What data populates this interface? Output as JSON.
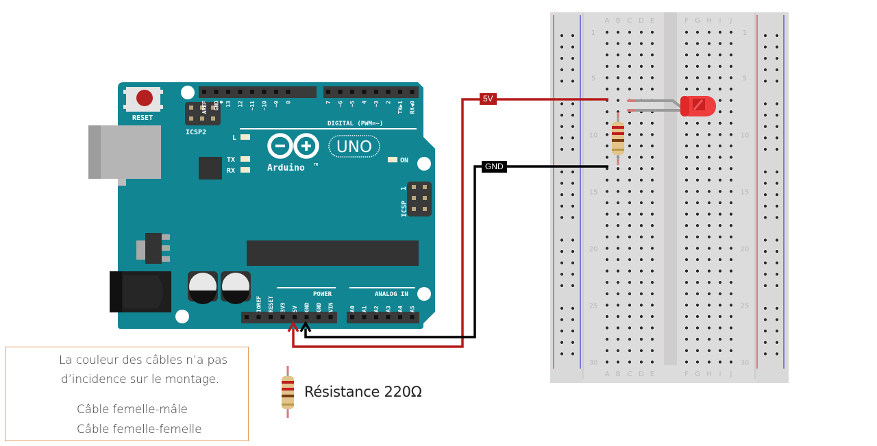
{
  "board": {
    "name": "Arduino",
    "model": "UNO",
    "trademark": "TM",
    "reset_label": "RESET",
    "icsp2_label": "ICSP2",
    "icsp_label": "ICSP",
    "icsp_pin1": "1",
    "digital_label": "DIGITAL (PWM=~)",
    "power_label": "POWER",
    "analog_label": "ANALOG IN",
    "led_labels": {
      "l": "L",
      "tx": "TX",
      "rx": "RX",
      "on": "ON"
    },
    "digital_pins_left": [
      "AREF",
      "GND",
      "13",
      "12",
      "~11",
      "~10",
      "~9",
      "8"
    ],
    "digital_pins_right": [
      "7",
      "~6",
      "~5",
      "4",
      "~3",
      "2",
      "TX▶1",
      "RX◀0"
    ],
    "power_pins": [
      "IOREF",
      "RESET",
      "3V3",
      "5V",
      "GND",
      "GND",
      "VIN"
    ],
    "analog_pins": [
      "A0",
      "A1",
      "A2",
      "A3",
      "A4",
      "A5"
    ],
    "colors": {
      "pcb": "#128593",
      "header": "#3a3a3a",
      "chip": "#333333"
    }
  },
  "breadboard": {
    "columns_left": [
      "A",
      "B",
      "C",
      "D",
      "E"
    ],
    "columns_right": [
      "F",
      "G",
      "H",
      "I",
      "J"
    ],
    "row_labels": [
      "1",
      "5",
      "10",
      "15",
      "20",
      "25",
      "30"
    ],
    "rows": 30,
    "colors": {
      "body": "#dcdcdc",
      "rail_positive": "#d97a7a",
      "rail_negative": "#7b7bd6"
    }
  },
  "wires": [
    {
      "label": "5V",
      "color": "#b51b1b",
      "from": "Arduino 5V",
      "to": "Breadboard row 7 column A"
    },
    {
      "label": "GND",
      "color": "#000000",
      "from": "Arduino GND",
      "to": "Breadboard row 13 column A"
    }
  ],
  "components": {
    "led": {
      "color": "#ee3333",
      "rows": [
        7,
        8
      ]
    },
    "resistor": {
      "value": "220Ω",
      "rows": [
        8,
        13
      ]
    }
  },
  "legend": {
    "warning_text_line1": "La couleur des câbles n’a pas",
    "warning_text_line2": "d’incidence sur le montage.",
    "items": [
      {
        "icon": "arrow-right-icon",
        "label": "Câble femelle-mâle"
      },
      {
        "icon": "line-icon",
        "label": "Câble femelle-femelle"
      }
    ],
    "accent_color": "#e8812e"
  },
  "resistor_caption": "Résistance 220Ω"
}
